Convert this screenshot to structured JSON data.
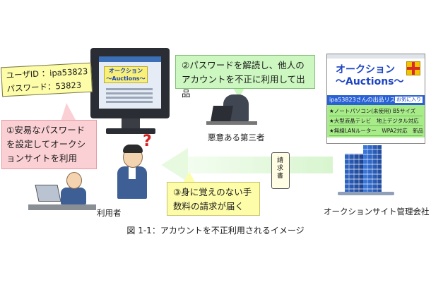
{
  "credentials": {
    "user_id": "ユーザID ：ipa53823",
    "password": "パスワード：53823"
  },
  "steps": {
    "step1": "①安易なパスワードを設定してオークションサイトを利用",
    "step2": "②パスワードを解読し、他人のアカウントを不正に利用して出品",
    "step3": "③身に覚えのない手数料の請求が届く"
  },
  "labels": {
    "malicious_third_party": "悪意ある第三者",
    "user": "利用者",
    "auction_company": "オークションサイト管理会社",
    "invoice": "請求書"
  },
  "auction_screen": {
    "title_line1": "オークション",
    "title_line2": "〜Auctions〜",
    "list_title": "ipa53823さんの出品リスト",
    "favorite_badge": "お気に入り",
    "items": [
      "★ノートパソコン(未使用) B5サイズ",
      "★大型液晶テレビ　地上デジタル対応",
      "★無線LANルーター　WPA2対応　新品"
    ]
  },
  "monitor_screen": {
    "title_line1": "オークション",
    "title_line2": "〜Auctions〜"
  },
  "caption": "図 1-1：アカウントを不正利用されるイメージ"
}
